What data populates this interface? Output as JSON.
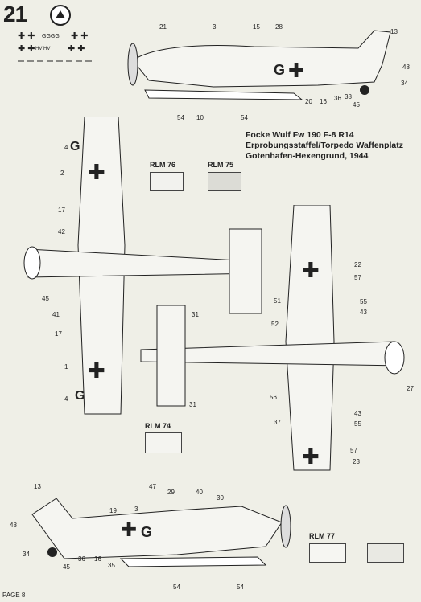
{
  "page": {
    "step": "21",
    "footer": "PAGE 8"
  },
  "title": {
    "line1": "Focke Wulf Fw 190 F-8 R14",
    "line2": "Erprobungsstaffel/Torpedo Waffenplatz",
    "line3": "Gotenhafen-Hexengrund, 1944"
  },
  "swatches": [
    {
      "name": "RLM 76",
      "color": "#f2f2ee",
      "hatch": true
    },
    {
      "name": "RLM 75",
      "color": "#e6e6e0",
      "hatch": true
    },
    {
      "name": "RLM 74",
      "color": "#f4f4f0",
      "hatch": false
    },
    {
      "name": "RLM 77",
      "color": "#f6f6f2",
      "hatch": false
    }
  ],
  "decals_sheet": {
    "code_letters": "GGGG",
    "hv_marks": "HV HV"
  },
  "fuselage_marks": {
    "code": "G"
  },
  "callouts_top_side": [
    "21",
    "3",
    "15",
    "28",
    "13",
    "48",
    "34",
    "45",
    "38",
    "36",
    "16",
    "20",
    "54",
    "10",
    "54"
  ],
  "callouts_top_view": [
    "4",
    "2",
    "17",
    "42",
    "45",
    "41",
    "17",
    "1",
    "4"
  ],
  "callouts_bottom_view": [
    "22",
    "57",
    "55",
    "43",
    "51",
    "52",
    "27",
    "56",
    "43",
    "55",
    "37",
    "57",
    "23"
  ],
  "callouts_tail": [
    "31",
    "31"
  ],
  "callouts_bottom_side": [
    "13",
    "47",
    "29",
    "40",
    "30",
    "19",
    "3",
    "48",
    "34",
    "45",
    "36",
    "16",
    "35",
    "54",
    "54"
  ]
}
